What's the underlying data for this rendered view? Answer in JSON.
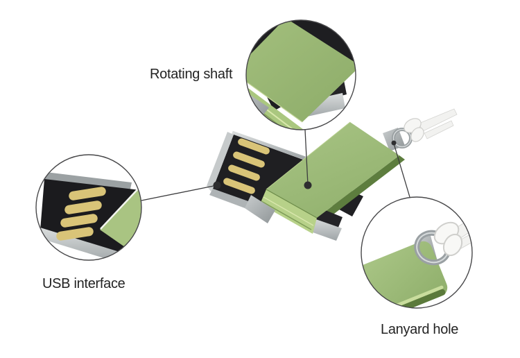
{
  "callouts": [
    {
      "id": "rotating-shaft",
      "label": "Rotating shaft"
    },
    {
      "id": "usb-interface",
      "label": "USB interface"
    },
    {
      "id": "lanyard-hole",
      "label": "Lanyard hole"
    }
  ],
  "colors": {
    "background": "#ffffff",
    "body_green": "#93b26f",
    "body_green_light": "#a9c585",
    "body_green_dark": "#5d7d3e",
    "edge_green_bright": "#d9e7ad",
    "connector_black": "#1f1f22",
    "contact_gold": "#d9c478",
    "metal_silver": "#b9bdbf",
    "metal_silver_dark": "#9aa0a2",
    "string_white": "#f2f2f0",
    "leader_line": "#3c3c3e",
    "anchor_dot": "#2e2e30",
    "circle_stroke": "#48484a",
    "text_color": "#232323"
  }
}
